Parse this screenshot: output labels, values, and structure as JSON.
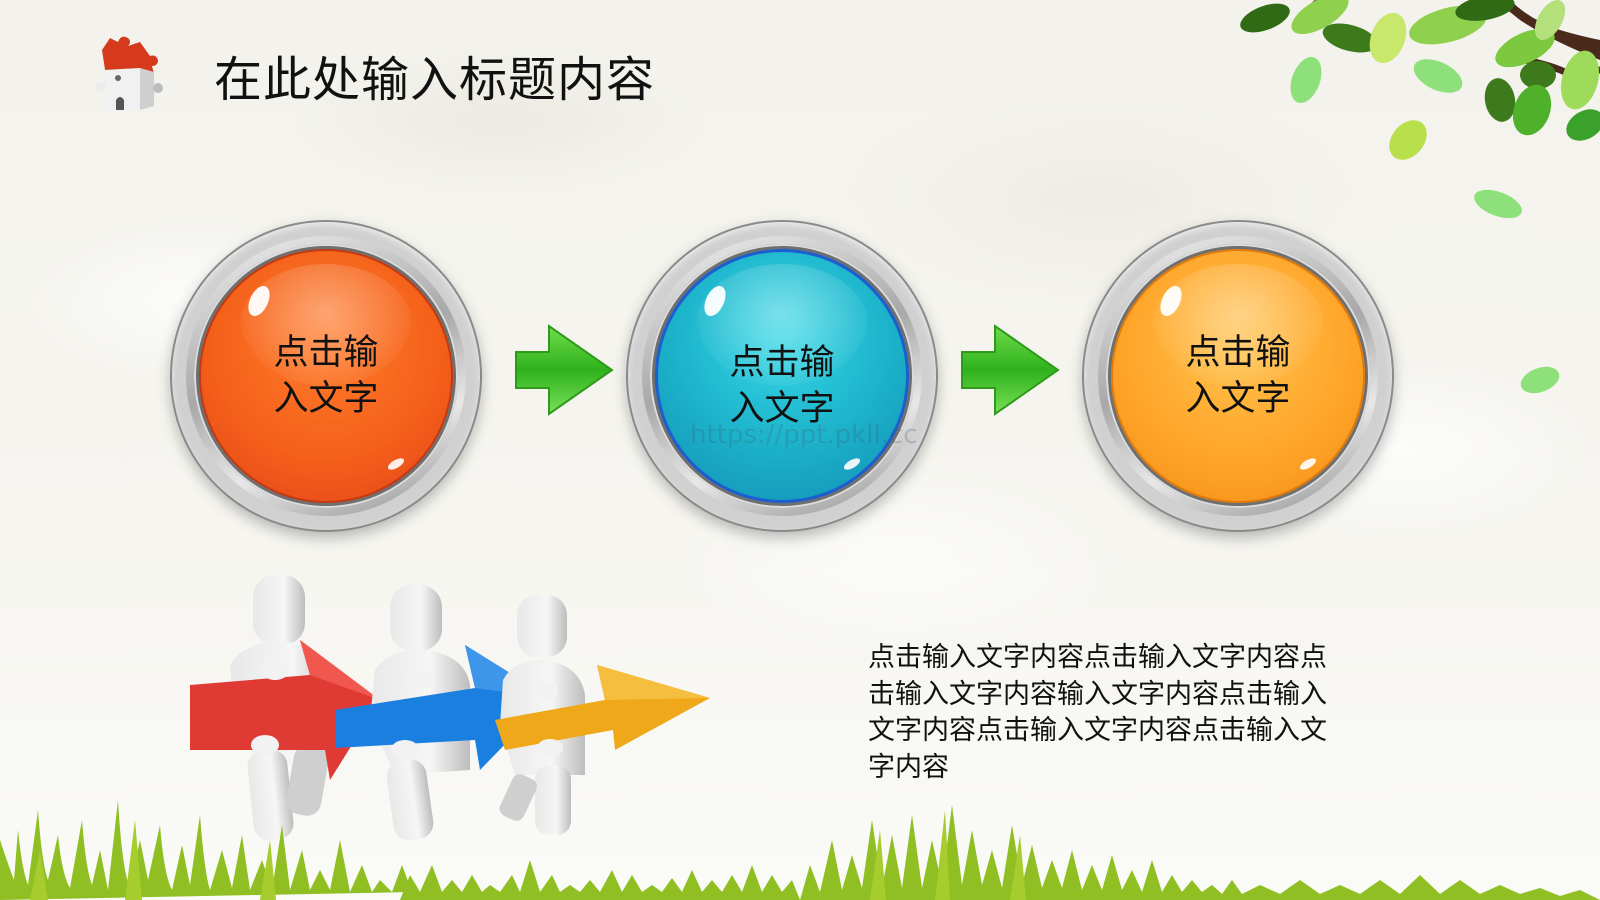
{
  "slide": {
    "title": "在此处输入标题内容",
    "watermark": "https://ppt.pkll.cc",
    "steps": [
      {
        "label": "点击输入文字",
        "color": "#f4611a"
      },
      {
        "label": "点击输入文字",
        "color": "#1bb0c8"
      },
      {
        "label": "点击输入文字",
        "color": "#ffa52a"
      }
    ],
    "body_text": "点击输入文字内容点击输入文字内容点击输入文字内容输入文字内容点击输入文字内容点击输入文字内容点击输入文字内容",
    "connector_arrow_color": "#3fbf2a",
    "illustration": {
      "arrow_colors": [
        "#e03a35",
        "#1b7fe0",
        "#eea81a"
      ]
    },
    "decorations": {
      "icon_top_left": "puzzle-house-icon",
      "top_right": "tree-branch-leaves",
      "bottom": "grass"
    }
  }
}
